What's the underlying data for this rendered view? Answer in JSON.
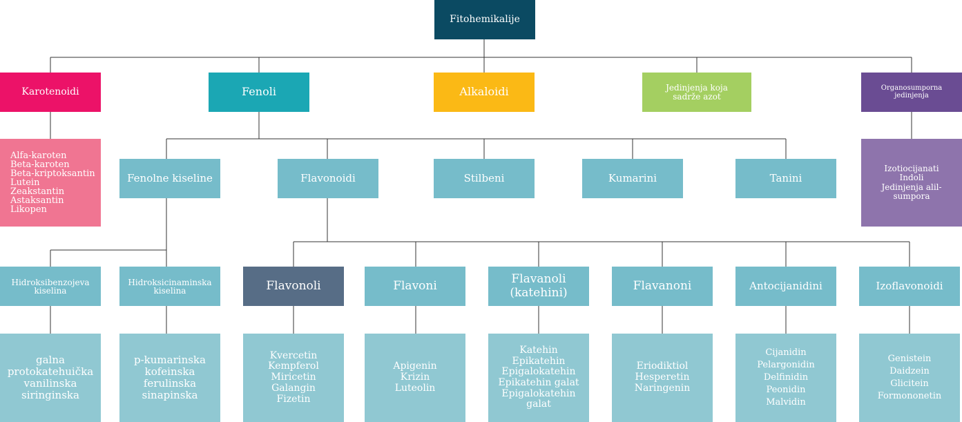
{
  "root": "Fitohemikalije",
  "level1": {
    "karotenoidi": "Karotenoidi",
    "fenoli": "Fenoli",
    "alkaloidi": "Alkaloidi",
    "azot": "Jedinjenja koja\nsadrže azot",
    "organosumporna": "Organosumporna\njedinjenja"
  },
  "karotenoidi_list": "Alfa-karoten\nBeta-karoten\nBeta-kriptoksantin\nLutein\nZeakstantin\nAstaksantin\nLikopen",
  "organosumporna_list": "Izotiocijanati\nIndoli\nJedinjenja alil-sumpora",
  "fenoli_children": {
    "fenolne_kiseline": "Fenolne kiseline",
    "flavonoidi": "Flavonoidi",
    "stilbeni": "Stilbeni",
    "kumarini": "Kumarini",
    "tanini": "Tanini"
  },
  "kiseline": {
    "hidroksibenzojeva": "Hidroksibenzojeva\nkiselina",
    "hidroksicinaminska": "Hidroksicinaminska\nkiselina"
  },
  "kiseline_lists": {
    "hidroksibenzojeva": "galna\nprotokatehuička\nvanilinska\nsiringinska",
    "hidroksicinaminska": "p-kumarinska\nkofeinska\nferulinska\nsinapinska"
  },
  "flavonoid_classes": {
    "flavonoli": "Flavonoli",
    "flavoni": "Flavoni",
    "flavanoli": "Flavanoli\n(katehini)",
    "flavanoni": "Flavanoni",
    "antocijanidini": "Antocijanidini",
    "izoflavonoidi": "Izoflavonoidi"
  },
  "flavonoid_lists": {
    "flavonoli": "Kvercetin\nKempferol\nMiricetin\nGalangin\nFizetin",
    "flavoni": "Apigenin\nKrizin\nLuteolin",
    "flavanoli": "Katehin\nEpikatehin\nEpigalokatehin\nEpikatehin galat\nEpigalokatehin\ngalat",
    "flavanoni": "Eriodiktiol\nHesperetin\nNaringenin",
    "antocijanidini": "Cijanidin\nPelargonidin\nDelfinidin\nPeonidin\nMalvidin",
    "izoflavonoidi": "Genistein\nDaidzein\nGlicitein\nFormononetin"
  },
  "colors": {
    "root": "#0b4a62",
    "karotenoidi": "#ec1268",
    "fenoli": "#1ba7b4",
    "alkaloidi": "#fbb915",
    "azot": "#a4cf61",
    "organosumporna": "#6a4c93",
    "subclass": "#76bcca",
    "highlight": "#576d86",
    "leaf": "#90c8d2",
    "connector": "#333333"
  }
}
